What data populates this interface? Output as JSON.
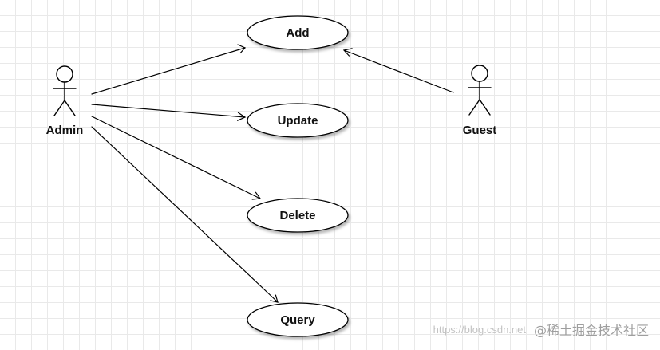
{
  "diagram": {
    "type": "uml-use-case",
    "actors": [
      {
        "id": "admin",
        "label": "Admin"
      },
      {
        "id": "guest",
        "label": "Guest"
      }
    ],
    "use_cases": [
      {
        "id": "add",
        "label": "Add"
      },
      {
        "id": "update",
        "label": "Update"
      },
      {
        "id": "delete",
        "label": "Delete"
      },
      {
        "id": "query",
        "label": "Query"
      }
    ],
    "associations": [
      {
        "from": "admin",
        "to": "add"
      },
      {
        "from": "admin",
        "to": "update"
      },
      {
        "from": "admin",
        "to": "delete"
      },
      {
        "from": "admin",
        "to": "query"
      },
      {
        "from": "guest",
        "to": "add"
      }
    ]
  },
  "watermark": {
    "url_text": "https://blog.csdn.net",
    "brand_text": "@稀土掘金技术社区"
  },
  "colors": {
    "stroke": "#000000",
    "grid": "#e9e9e9",
    "watermark": "#9e9e9e"
  }
}
